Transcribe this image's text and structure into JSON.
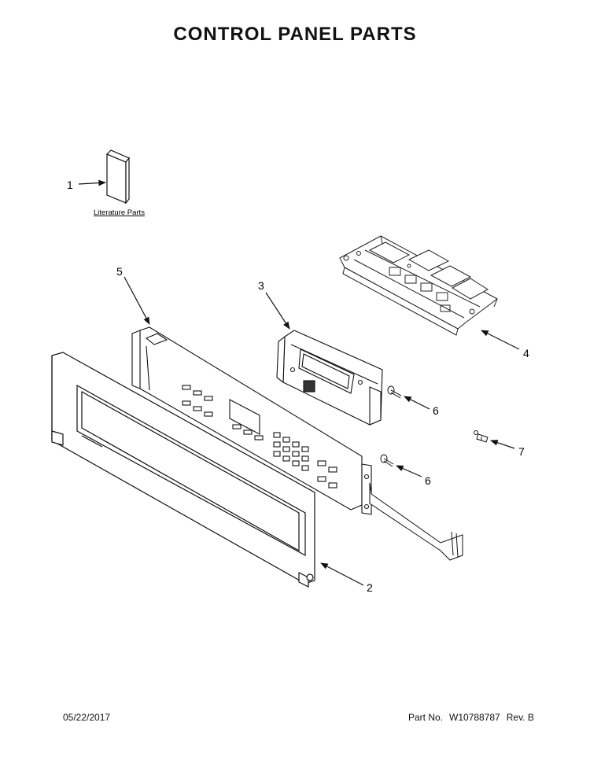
{
  "title": "CONTROL PANEL PARTS",
  "literature_label": "Literature Parts",
  "callouts": {
    "c1": "1",
    "c2": "2",
    "c3": "3",
    "c4": "4",
    "c5": "5",
    "c6a": "6",
    "c6b": "6",
    "c7": "7"
  },
  "footer": {
    "date": "05/22/2017",
    "part_label": "Part No.",
    "part_number": "W10788787",
    "revision": "Rev. B"
  },
  "line_color": "#1a1a1a"
}
